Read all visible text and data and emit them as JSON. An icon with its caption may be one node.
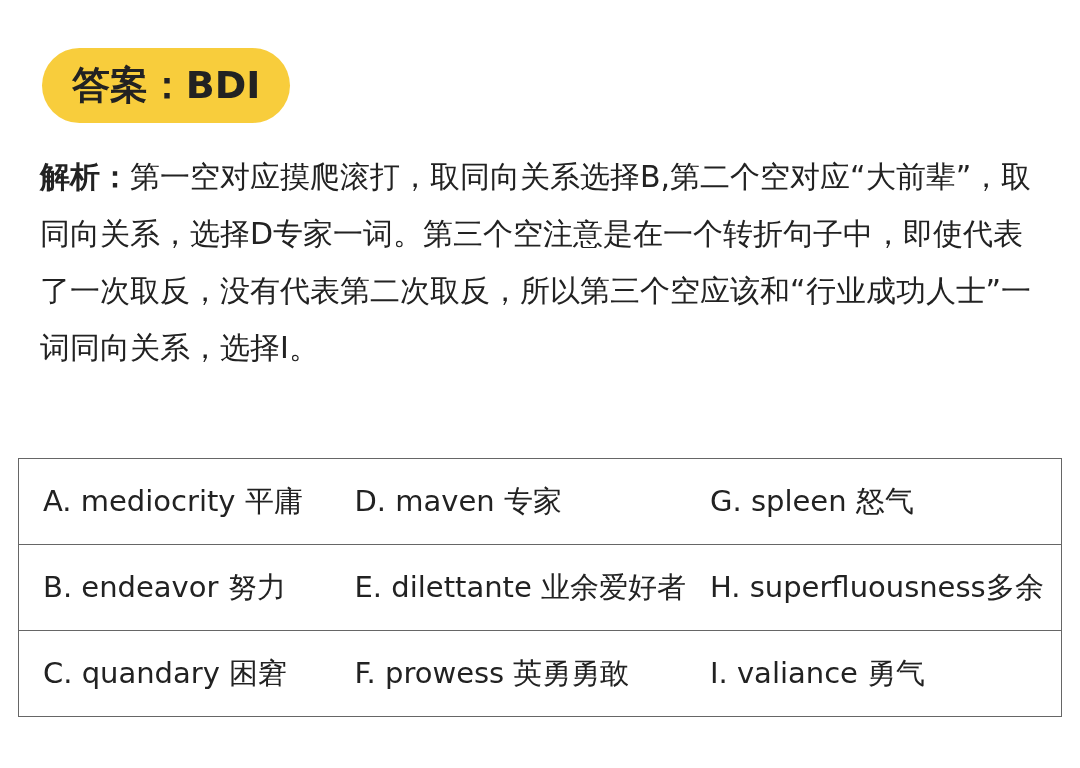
{
  "diagram": {
    "nodes": [
      {
        "text": [
          "答案：BDI"
        ]
      }
    ],
    "edges": [],
    "labels": [
      "**解析：**第一空对应摸爬滚打，取同向关系选择B,第二个空对应“大前辈”，取同向关系，选择D专家一词。第三个空注意是在一个转折句子中，即使代表了一次取反，没有代表第二次取反，所以第三个空应该和“行业成功人士”一词同向关系，选择I。",
      "A. mediocrity 平庸",
      "D. maven 专家",
      "G. spleen 怒气",
      "B. endeavor 努力",
      "E. dilettante 业余爱好者",
      "H. superfluousness多余",
      "C. quandary 困窘",
      "F. prowess 英勇勇敢",
      "I. valiance 勇气"
    ]
  }
}
